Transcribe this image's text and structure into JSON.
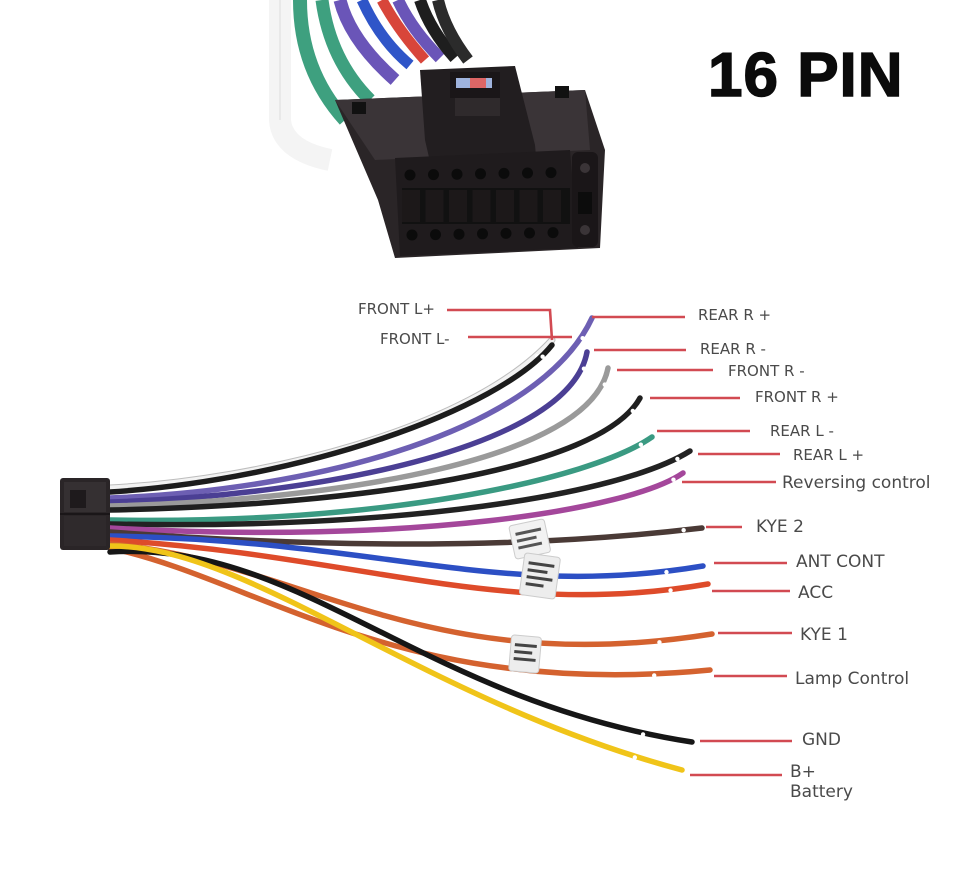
{
  "title": "16 PIN",
  "connector": {
    "pin_count": 16
  },
  "colors": {
    "leader_line": "#d24a52",
    "label_text": "#4a4a4a",
    "connector_body": "#2a2527"
  },
  "wires": [
    {
      "label": "FRONT L+",
      "color": "#f2f2f2",
      "stroke": "#bdbdbd"
    },
    {
      "label": "FRONT L-",
      "color": "#1c1c1c"
    },
    {
      "label": "REAR R +",
      "color": "#6d5fb3"
    },
    {
      "label": "REAR R -",
      "color": "#4b3f94"
    },
    {
      "label": "FRONT R -",
      "color": "#9a9a9a"
    },
    {
      "label": "FRONT R +",
      "color": "#1f1f1f"
    },
    {
      "label": "REAR L -",
      "color": "#3a9a82"
    },
    {
      "label": "REAR L +",
      "color": "#222222"
    },
    {
      "label": "Reversing control",
      "color": "#a4479b"
    },
    {
      "label": "KYE 2",
      "color": "#4a3a36"
    },
    {
      "label": "ANT CONT",
      "color": "#2c4fc4"
    },
    {
      "label": "ACC",
      "color": "#de4b2a"
    },
    {
      "label": "KYE 1",
      "color": "#d4622f"
    },
    {
      "label": "Lamp Control",
      "color": "#d4622f"
    },
    {
      "label": "GND",
      "color": "#161616"
    },
    {
      "label": "B+",
      "sublabel": "Battery",
      "color": "#f0c419"
    }
  ]
}
